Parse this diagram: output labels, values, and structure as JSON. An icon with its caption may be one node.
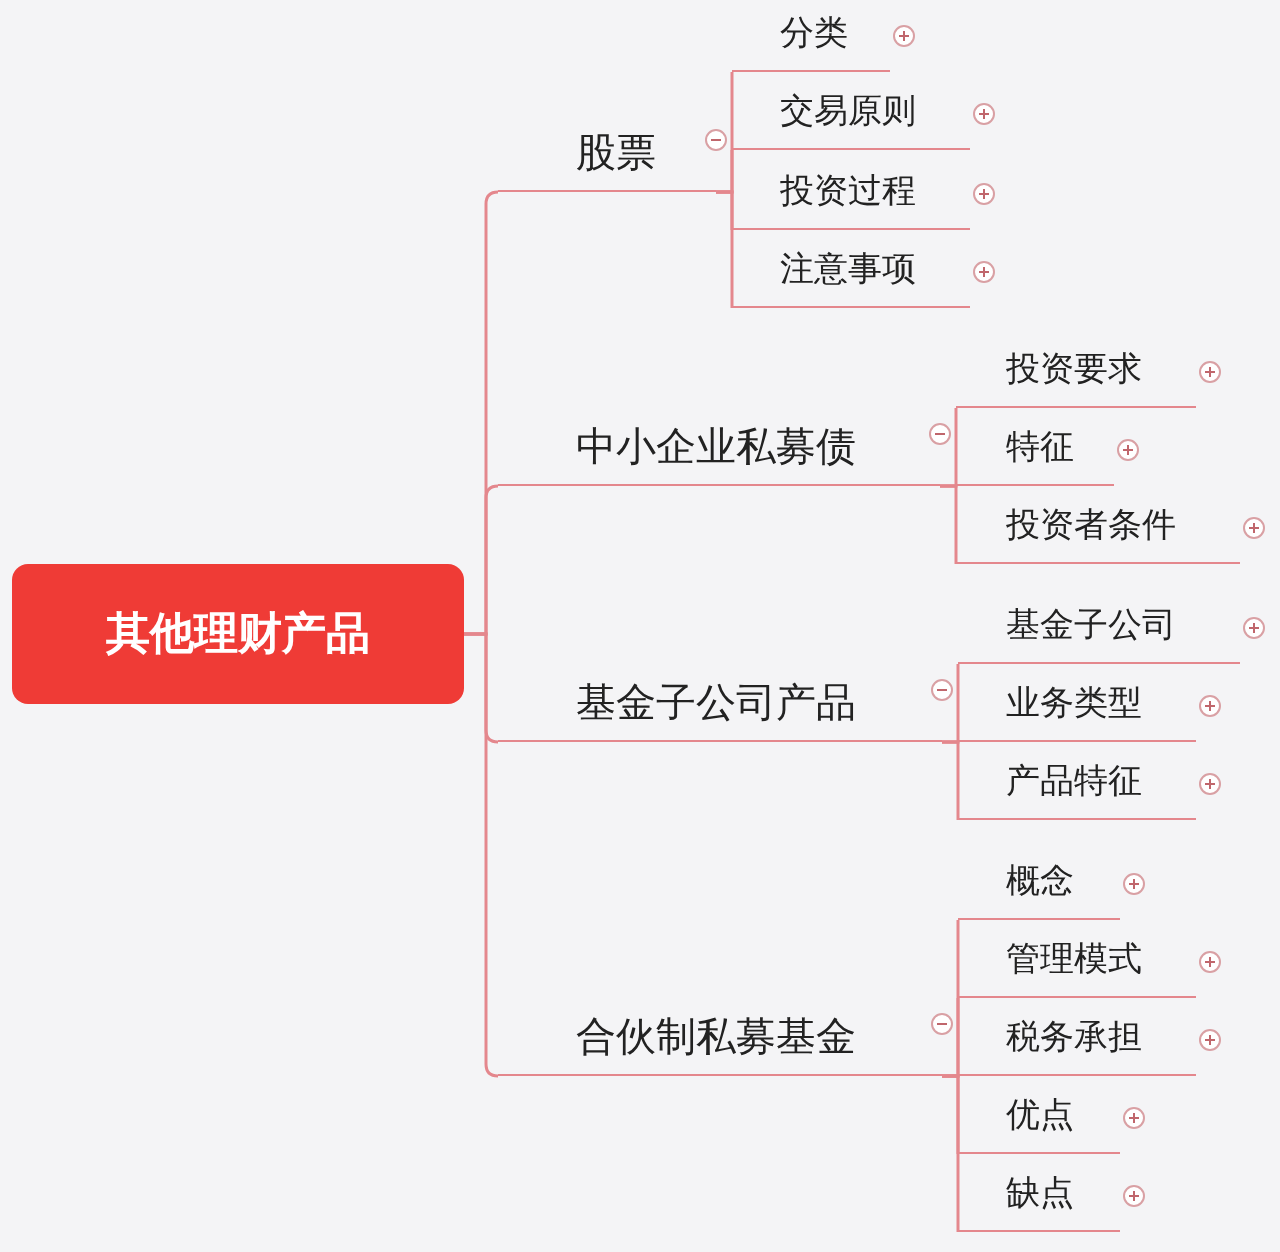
{
  "diagram": {
    "nodes": [
      {
        "text": [
          "其他理财产品"
        ]
      },
      {
        "text": [
          "股票"
        ]
      },
      {
        "text": [
          "分类"
        ]
      },
      {
        "text": [
          "交易原则"
        ]
      },
      {
        "text": [
          "投资过程"
        ]
      },
      {
        "text": [
          "注意事项"
        ]
      },
      {
        "text": [
          "中小企业私募债"
        ]
      },
      {
        "text": [
          "投资要求"
        ]
      },
      {
        "text": [
          "特征"
        ]
      },
      {
        "text": [
          "投资者条件"
        ]
      },
      {
        "text": [
          "基金子公司产品"
        ]
      },
      {
        "text": [
          "基金子公司"
        ]
      },
      {
        "text": [
          "业务类型"
        ]
      },
      {
        "text": [
          "产品特征"
        ]
      },
      {
        "text": [
          "合伙制私募基金"
        ]
      },
      {
        "text": [
          "概念"
        ]
      },
      {
        "text": [
          "管理模式"
        ]
      },
      {
        "text": [
          "税务承担"
        ]
      },
      {
        "text": [
          "优点"
        ]
      },
      {
        "text": [
          "缺点"
        ]
      }
    ],
    "edges": [
      {
        "from": 0,
        "to": 1,
        "arrow": "none"
      },
      {
        "from": 1,
        "to": 2,
        "arrow": "none"
      },
      {
        "from": 1,
        "to": 3,
        "arrow": "none"
      },
      {
        "from": 1,
        "to": 4,
        "arrow": "none"
      },
      {
        "from": 1,
        "to": 5,
        "arrow": "none"
      },
      {
        "from": 0,
        "to": 6,
        "arrow": "none"
      },
      {
        "from": 6,
        "to": 7,
        "arrow": "none"
      },
      {
        "from": 6,
        "to": 8,
        "arrow": "none"
      },
      {
        "from": 6,
        "to": 9,
        "arrow": "none"
      },
      {
        "from": 0,
        "to": 10,
        "arrow": "none"
      },
      {
        "from": 10,
        "to": 11,
        "arrow": "none"
      },
      {
        "from": 10,
        "to": 12,
        "arrow": "none"
      },
      {
        "from": 10,
        "to": 13,
        "arrow": "none"
      },
      {
        "from": 0,
        "to": 14,
        "arrow": "none"
      },
      {
        "from": 14,
        "to": 15,
        "arrow": "none"
      },
      {
        "from": 14,
        "to": 16,
        "arrow": "none"
      },
      {
        "from": 14,
        "to": 17,
        "arrow": "none"
      },
      {
        "from": 14,
        "to": 18,
        "arrow": "none"
      },
      {
        "from": 14,
        "to": 19,
        "arrow": "none"
      }
    ]
  }
}
